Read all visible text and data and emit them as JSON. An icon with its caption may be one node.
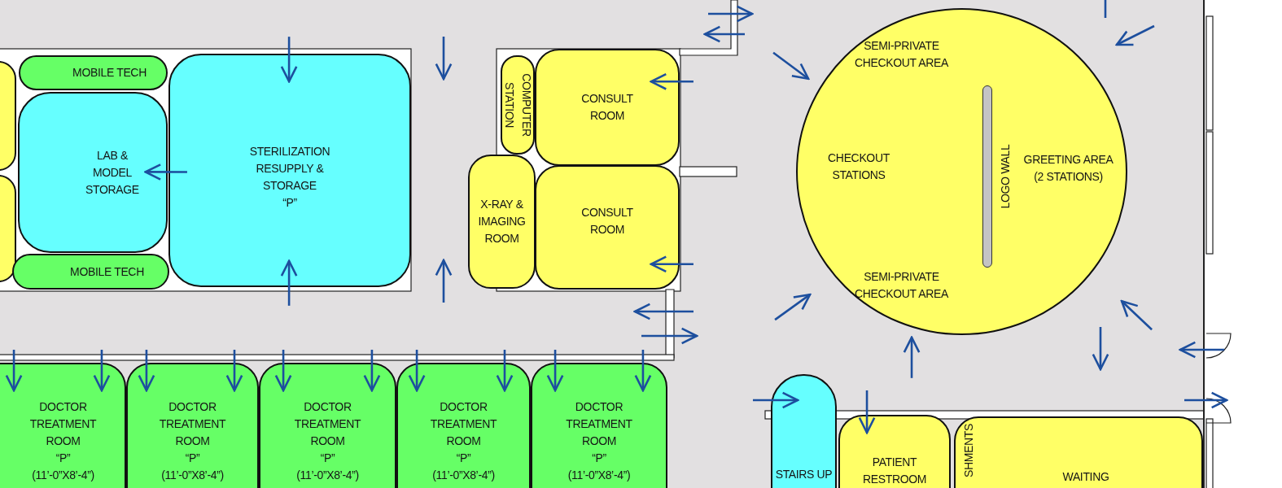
{
  "diagram": {
    "nodes": [
      {
        "text": [],
        "shape": "box"
      },
      {
        "text": [],
        "shape": "box"
      },
      {
        "text": [
          "MOBILE TECH"
        ]
      },
      {
        "text": [
          "LAB & MODEL STORAGE"
        ]
      },
      {
        "text": [
          "MOBILE TECH"
        ]
      },
      {
        "text": [
          "STERILIZATION RESUPPLY & STORAGE",
          "“P”"
        ]
      },
      {
        "text": [
          "COMPUTER STATION"
        ]
      },
      {
        "text": [
          "CONSULT ROOM"
        ]
      },
      {
        "text": [
          "X-RAY & IMAGING ROOM"
        ]
      },
      {
        "text": [
          "CONSULT ROOM"
        ]
      },
      {
        "text": [
          "SEMI-PRIVATE CHECKOUT AREA",
          "CHECKOUT STATIONS",
          "GREETING AREA (2 STATIONS)",
          "SEMI-PRIVATE CHECKOUT AREA"
        ]
      },
      {
        "text": [
          "LOGO WALL"
        ],
        "in": 10
      },
      {
        "text": [
          "DOCTOR TREATMENT ROOM",
          "“P”",
          "(11’-0”X8’-4”)"
        ]
      },
      {
        "text": [
          "DOCTOR TREATMENT ROOM",
          "“P”",
          "(11’-0”X8’-4”)"
        ]
      },
      {
        "text": [
          "DOCTOR TREATMENT ROOM",
          "“P”",
          "(11’-0”X8’-4”)"
        ]
      },
      {
        "text": [
          "DOCTOR TREATMENT ROOM",
          "“P”",
          "(11’-0”X8’-4”)"
        ]
      },
      {
        "text": [
          "DOCTOR TREATMENT ROOM",
          "“P”",
          "(11’-0”X8’-4”)"
        ]
      },
      {
        "text": [
          "STAIRS UP"
        ]
      },
      {
        "text": [
          "PATIENT RESTROOM"
        ]
      },
      {
        "text": [
          "SHMENTS",
          "WAITING"
        ]
      }
    ],
    "edges": [
      {
        "from": null,
        "to": 5,
        "arrow": "to"
      },
      {
        "from": null,
        "to": 5,
        "arrow": "to"
      },
      {
        "from": 5,
        "to": 3,
        "arrow": "to"
      },
      {
        "from": null,
        "to": 7,
        "arrow": "to"
      },
      {
        "from": null,
        "to": 9,
        "arrow": "to"
      },
      {
        "from": null,
        "to": 10,
        "arrow": "to"
      },
      {
        "from": null,
        "to": 10,
        "arrow": "to"
      },
      {
        "from": null,
        "to": 10,
        "arrow": "to"
      },
      {
        "from": null,
        "to": 10,
        "arrow": "to"
      },
      {
        "from": null,
        "to": 10,
        "arrow": "to"
      },
      {
        "from": null,
        "to": 12,
        "arrow": "to"
      },
      {
        "from": null,
        "to": 12,
        "arrow": "to"
      },
      {
        "from": null,
        "to": 13,
        "arrow": "to"
      },
      {
        "from": null,
        "to": 13,
        "arrow": "to"
      },
      {
        "from": null,
        "to": 14,
        "arrow": "to"
      },
      {
        "from": null,
        "to": 14,
        "arrow": "to"
      },
      {
        "from": null,
        "to": 15,
        "arrow": "to"
      },
      {
        "from": null,
        "to": 15,
        "arrow": "to"
      },
      {
        "from": null,
        "to": 16,
        "arrow": "to"
      },
      {
        "from": null,
        "to": 16,
        "arrow": "to"
      },
      {
        "from": null,
        "to": 17,
        "arrow": "to"
      },
      {
        "from": null,
        "to": 18,
        "arrow": "to"
      }
    ]
  }
}
